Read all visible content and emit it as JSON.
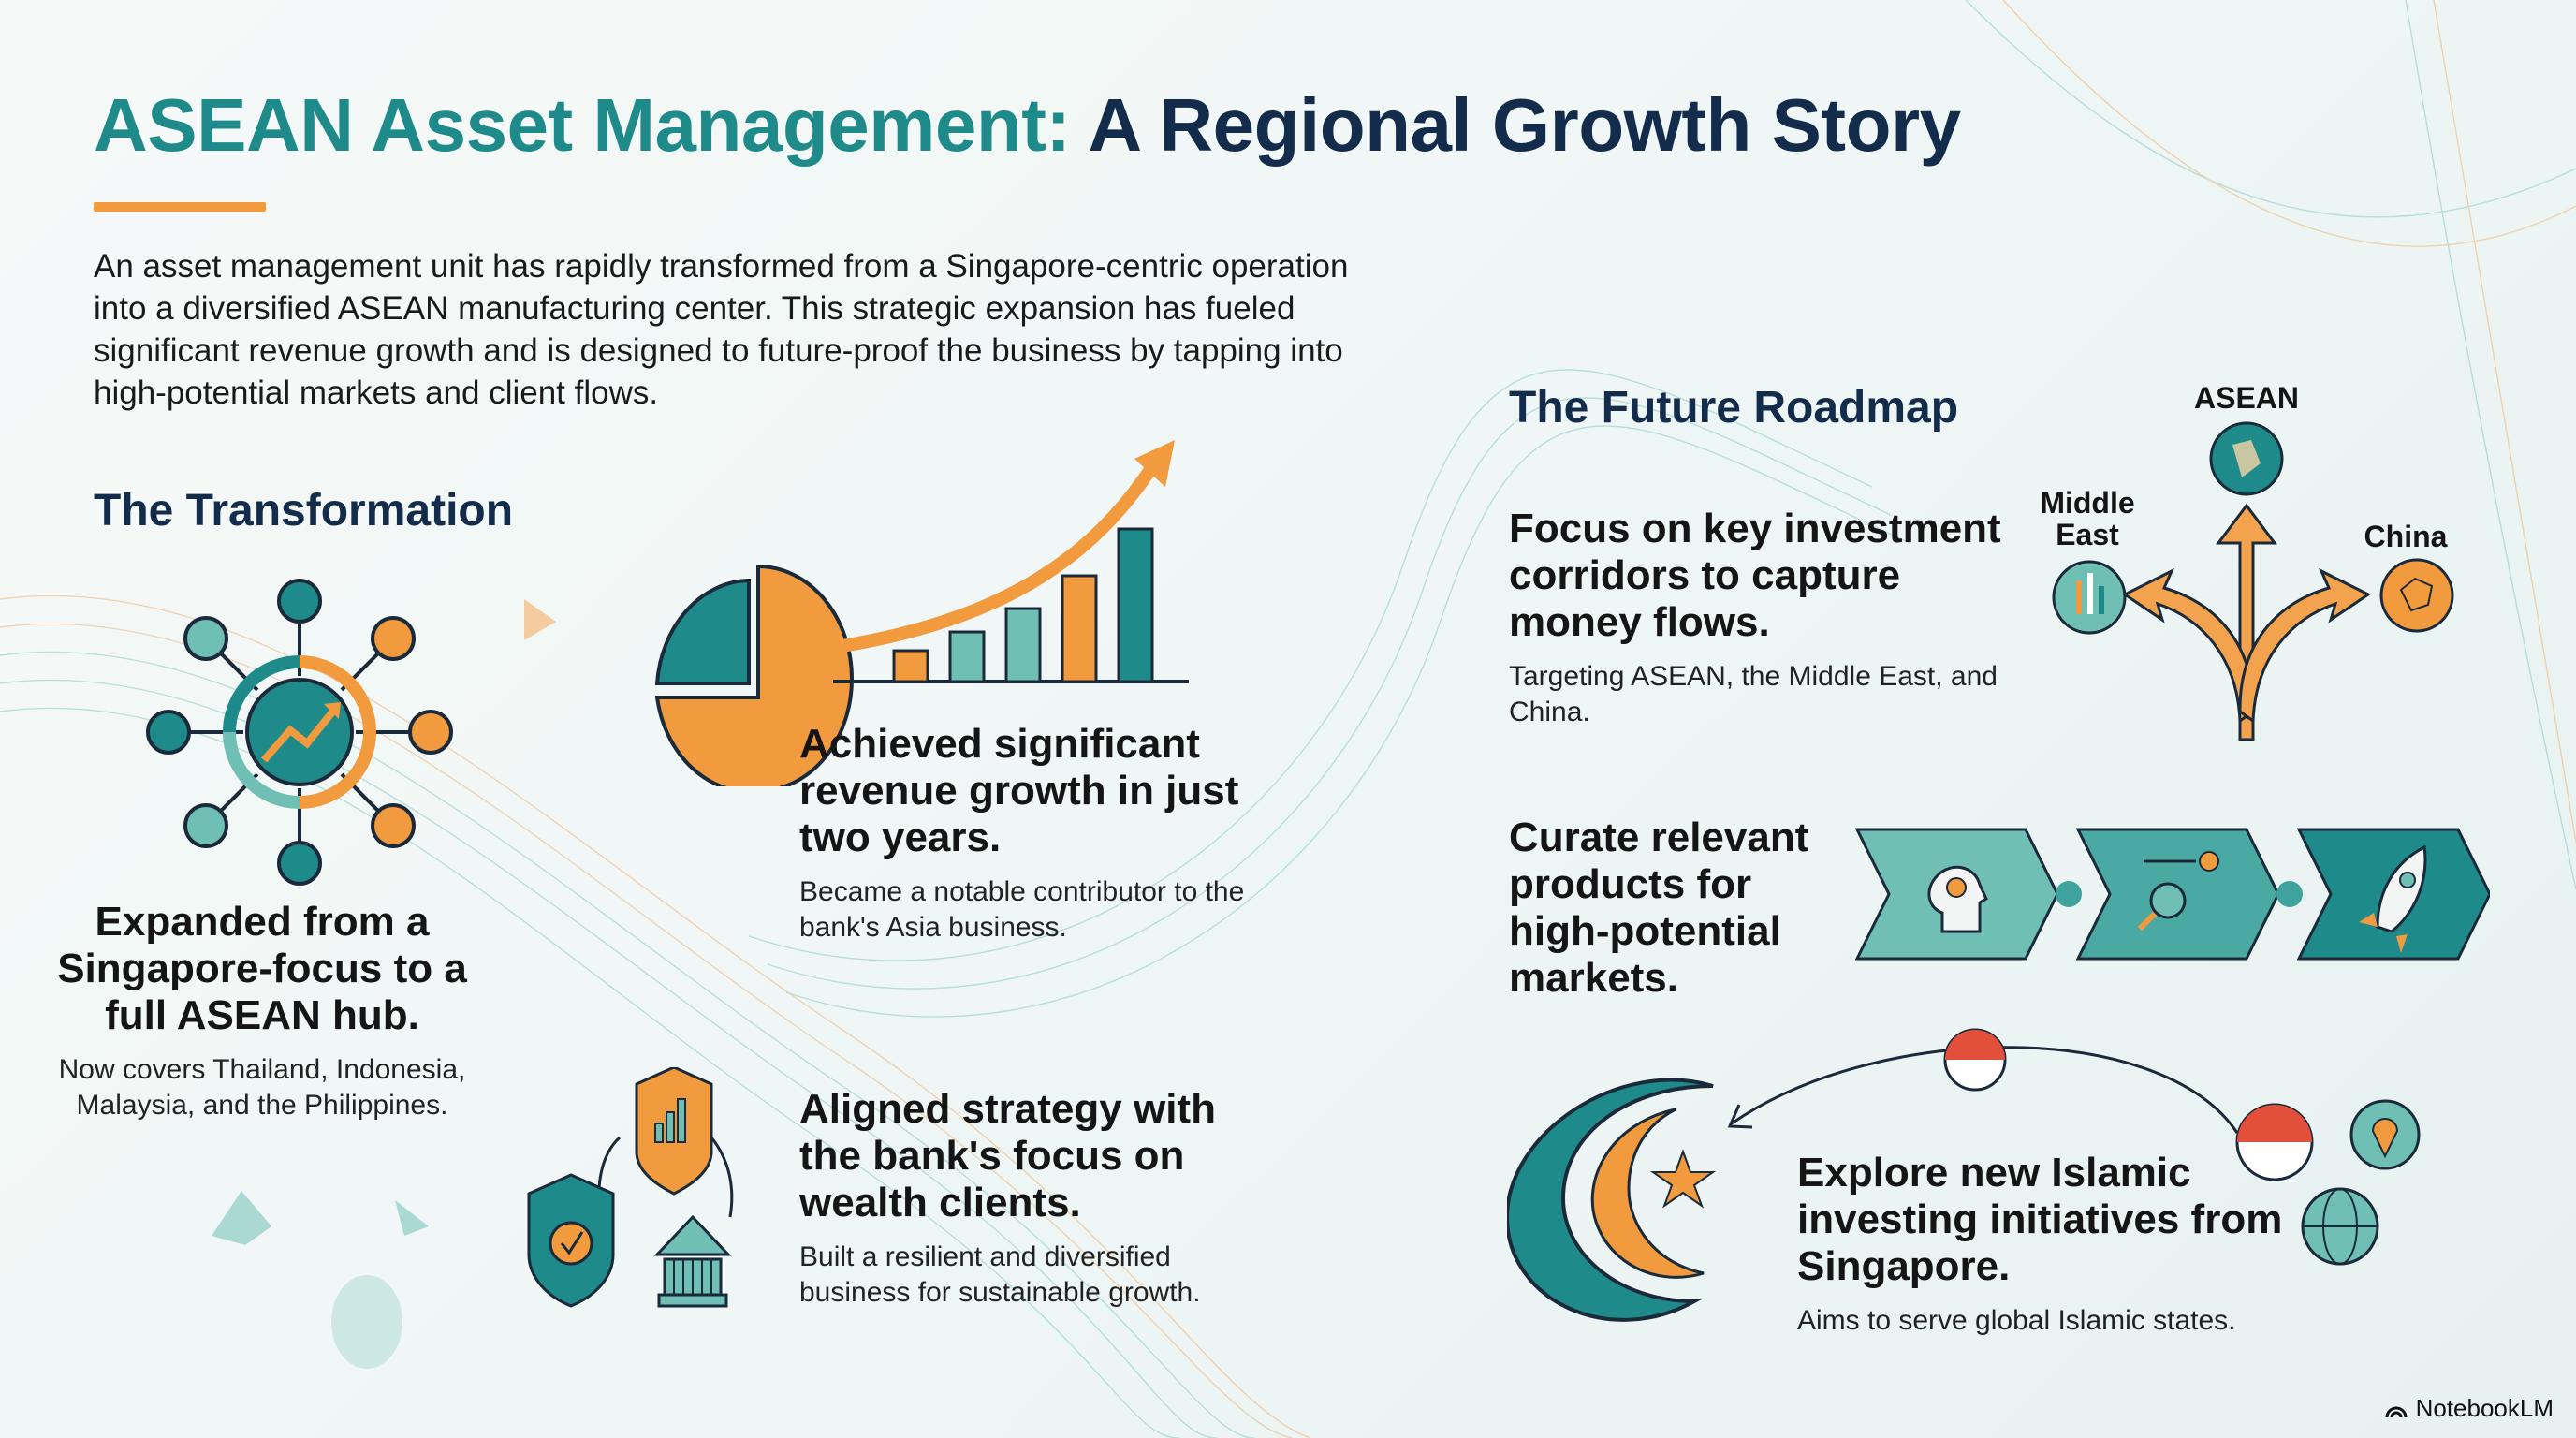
{
  "header": {
    "title_part1": "ASEAN Asset Management:",
    "title_part2": "A Regional Growth Story",
    "intro": "An asset management unit has rapidly transformed from a Singapore-centric operation into a diversified ASEAN manufacturing center. This strategic expansion has fueled significant revenue growth and is designed to future-proof the business by tapping into high-potential markets and client flows."
  },
  "transformation": {
    "heading": "The Transformation",
    "items": [
      {
        "icon": "network-hub-icon",
        "heading": "Expanded from a Singapore-focus to a full ASEAN hub.",
        "text": "Now covers Thailand, Indonesia, Malaysia, and the Philippines."
      },
      {
        "icon": "revenue-growth-chart-icon",
        "heading": "Achieved significant revenue growth in just two years.",
        "text": "Became a notable contributor to the bank's Asia business."
      },
      {
        "icon": "shield-bank-icon",
        "heading": "Aligned strategy with the bank's focus on wealth clients.",
        "text": "Built a resilient and diversified business for sustainable growth."
      }
    ]
  },
  "roadmap": {
    "heading": "The Future Roadmap",
    "items": [
      {
        "icon": "branching-arrows-icon",
        "heading": "Focus on key investment corridors to capture money flows.",
        "text": "Targeting ASEAN, the Middle East, and China.",
        "labels": {
          "asean": "ASEAN",
          "middle_east": "Middle East",
          "china": "China"
        }
      },
      {
        "icon": "product-pipeline-icon",
        "heading": "Curate relevant products for high-potential markets."
      },
      {
        "icon": "crescent-star-icon",
        "heading": "Explore new Islamic investing initiatives from Singapore.",
        "text": "Aims to serve global Islamic states."
      }
    ]
  },
  "footer": {
    "brand": "NotebookLM"
  },
  "colors": {
    "teal": "#1e8a8a",
    "navy": "#142c4c",
    "orange": "#f19a3e",
    "light_teal": "#6fbfb5",
    "red": "#e2503c"
  }
}
